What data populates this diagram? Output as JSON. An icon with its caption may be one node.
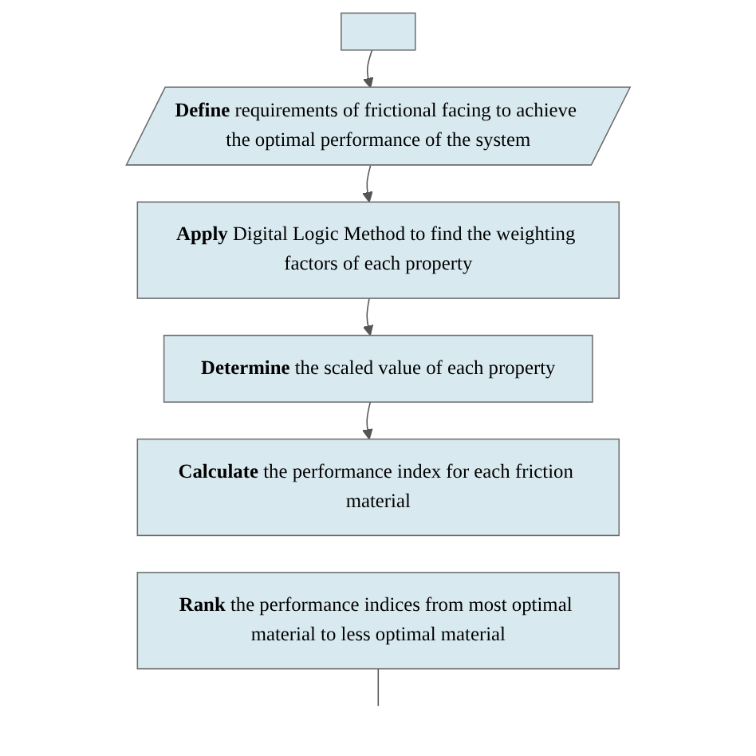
{
  "diagram": {
    "nodes": [
      {
        "text": [],
        "shape": "box"
      },
      {
        "text": [
          "**Define** requirements of frictional facing to achieve the optimal performance of the system"
        ]
      },
      {
        "text": [
          "**Apply** Digital Logic Method to find the weighting factors of each property"
        ]
      },
      {
        "text": [
          "**Determine** the scaled value of each property"
        ]
      },
      {
        "text": [
          "**Calculate** the performance index for each friction material"
        ]
      },
      {
        "text": [
          "**Rank** the performance indices from most optimal material to less optimal material"
        ]
      }
    ],
    "edges": [
      {
        "from": 0,
        "to": 1,
        "arrow": "to"
      },
      {
        "from": 1,
        "to": 2,
        "arrow": "to"
      },
      {
        "from": 2,
        "to": 3,
        "arrow": "to"
      },
      {
        "from": 3,
        "to": 4,
        "arrow": "to"
      },
      {
        "from": 5,
        "to": null,
        "arrow": "none"
      }
    ]
  }
}
